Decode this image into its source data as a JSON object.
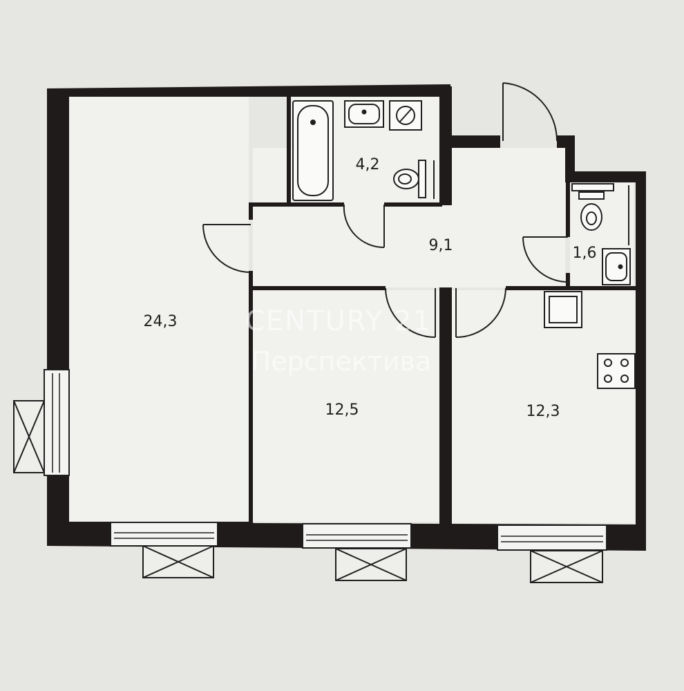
{
  "rooms": [
    {
      "id": "living",
      "label": "24,3"
    },
    {
      "id": "bathroom",
      "label": "4,2"
    },
    {
      "id": "hall",
      "label": "9,1"
    },
    {
      "id": "wc",
      "label": "1,6"
    },
    {
      "id": "bedroom",
      "label": "12,5"
    },
    {
      "id": "kitchen",
      "label": "12,3"
    }
  ],
  "watermark": {
    "line1": "CENTURY 21",
    "line2": "Перспектива"
  },
  "colors": {
    "background": "#e6e6e3",
    "wall": "#1f1b1b",
    "line": "#1f1f1f"
  }
}
